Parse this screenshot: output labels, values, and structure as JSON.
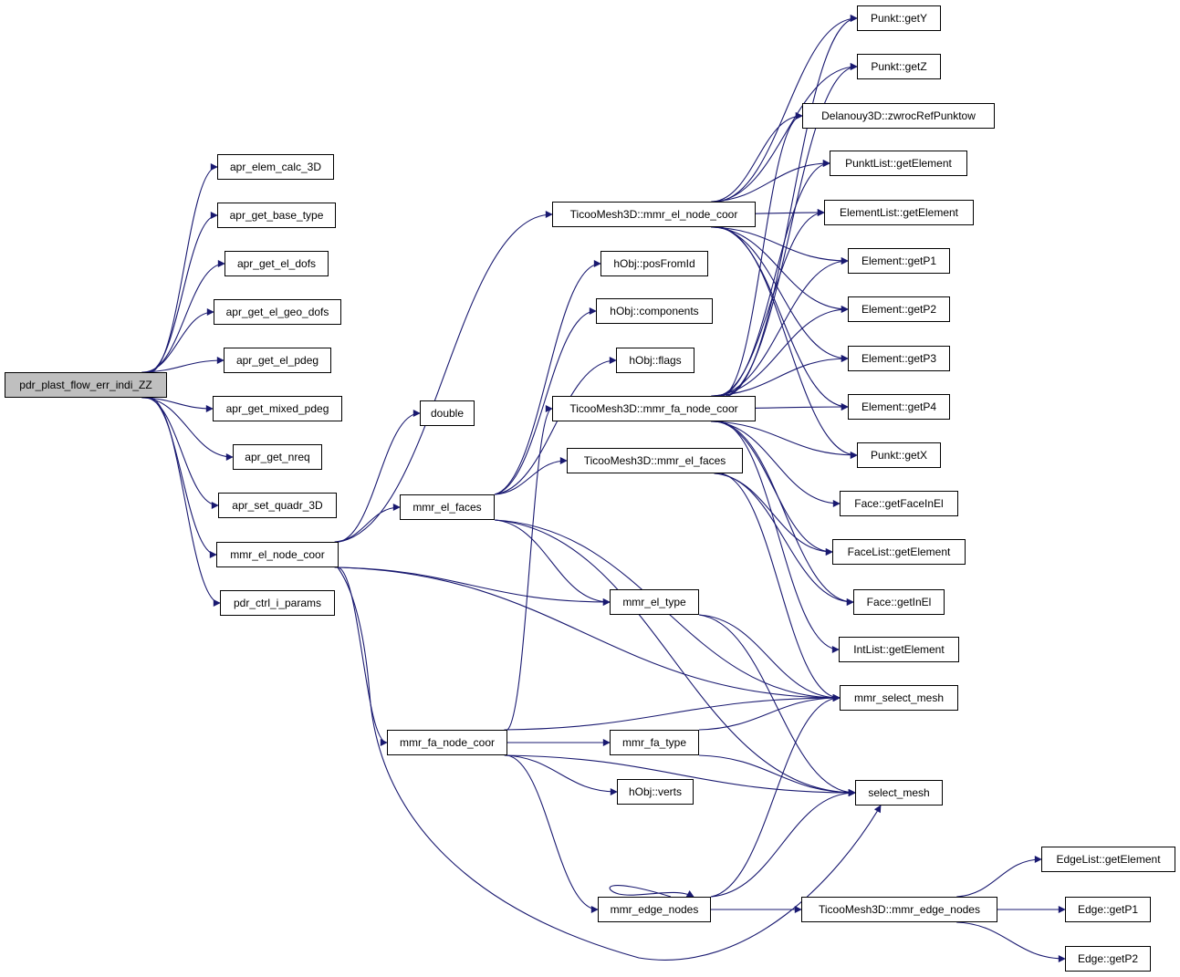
{
  "colors": {
    "edge": "#191970",
    "node_fill": "#ffffff",
    "root_fill": "#bfbfbf",
    "border": "#000000"
  },
  "nodes": {
    "root": "pdr_plast_flow_err_indi_ZZ",
    "apr_elem_calc_3D": "apr_elem_calc_3D",
    "apr_get_base_type": "apr_get_base_type",
    "apr_get_el_dofs": "apr_get_el_dofs",
    "apr_get_el_geo_dofs": "apr_get_el_geo_dofs",
    "apr_get_el_pdeg": "apr_get_el_pdeg",
    "apr_get_mixed_pdeg": "apr_get_mixed_pdeg",
    "apr_get_nreq": "apr_get_nreq",
    "apr_set_quadr_3D": "apr_set_quadr_3D",
    "mmr_el_node_coor": "mmr_el_node_coor",
    "pdr_ctrl_i_params": "pdr_ctrl_i_params",
    "double": "double",
    "mmr_el_faces": "mmr_el_faces",
    "mmr_fa_node_coor": "mmr_fa_node_coor",
    "T_mmr_el_node_coor": "TicooMesh3D::mmr_el_node_coor",
    "hObj_posFromId": "hObj::posFromId",
    "hObj_components": "hObj::components",
    "hObj_flags": "hObj::flags",
    "T_mmr_fa_node_coor": "TicooMesh3D::mmr_fa_node_coor",
    "T_mmr_el_faces": "TicooMesh3D::mmr_el_faces",
    "mmr_el_type": "mmr_el_type",
    "mmr_fa_type": "mmr_fa_type",
    "hObj_verts": "hObj::verts",
    "mmr_edge_nodes": "mmr_edge_nodes",
    "Punkt_getY": "Punkt::getY",
    "Punkt_getZ": "Punkt::getZ",
    "Delanouy3D_zwrocRefPunktow": "Delanouy3D::zwrocRefPunktow",
    "PunktList_getElement": "PunktList::getElement",
    "ElementList_getElement": "ElementList::getElement",
    "Element_getP1": "Element::getP1",
    "Element_getP2": "Element::getP2",
    "Element_getP3": "Element::getP3",
    "Element_getP4": "Element::getP4",
    "Punkt_getX": "Punkt::getX",
    "Face_getFaceInEl": "Face::getFaceInEl",
    "FaceList_getElement": "FaceList::getElement",
    "Face_getInEl": "Face::getInEl",
    "IntList_getElement": "IntList::getElement",
    "mmr_select_mesh": "mmr_select_mesh",
    "select_mesh": "select_mesh",
    "T_mmr_edge_nodes": "TicooMesh3D::mmr_edge_nodes",
    "EdgeList_getElement": "EdgeList::getElement",
    "Edge_getP1": "Edge::getP1",
    "Edge_getP2": "Edge::getP2"
  }
}
